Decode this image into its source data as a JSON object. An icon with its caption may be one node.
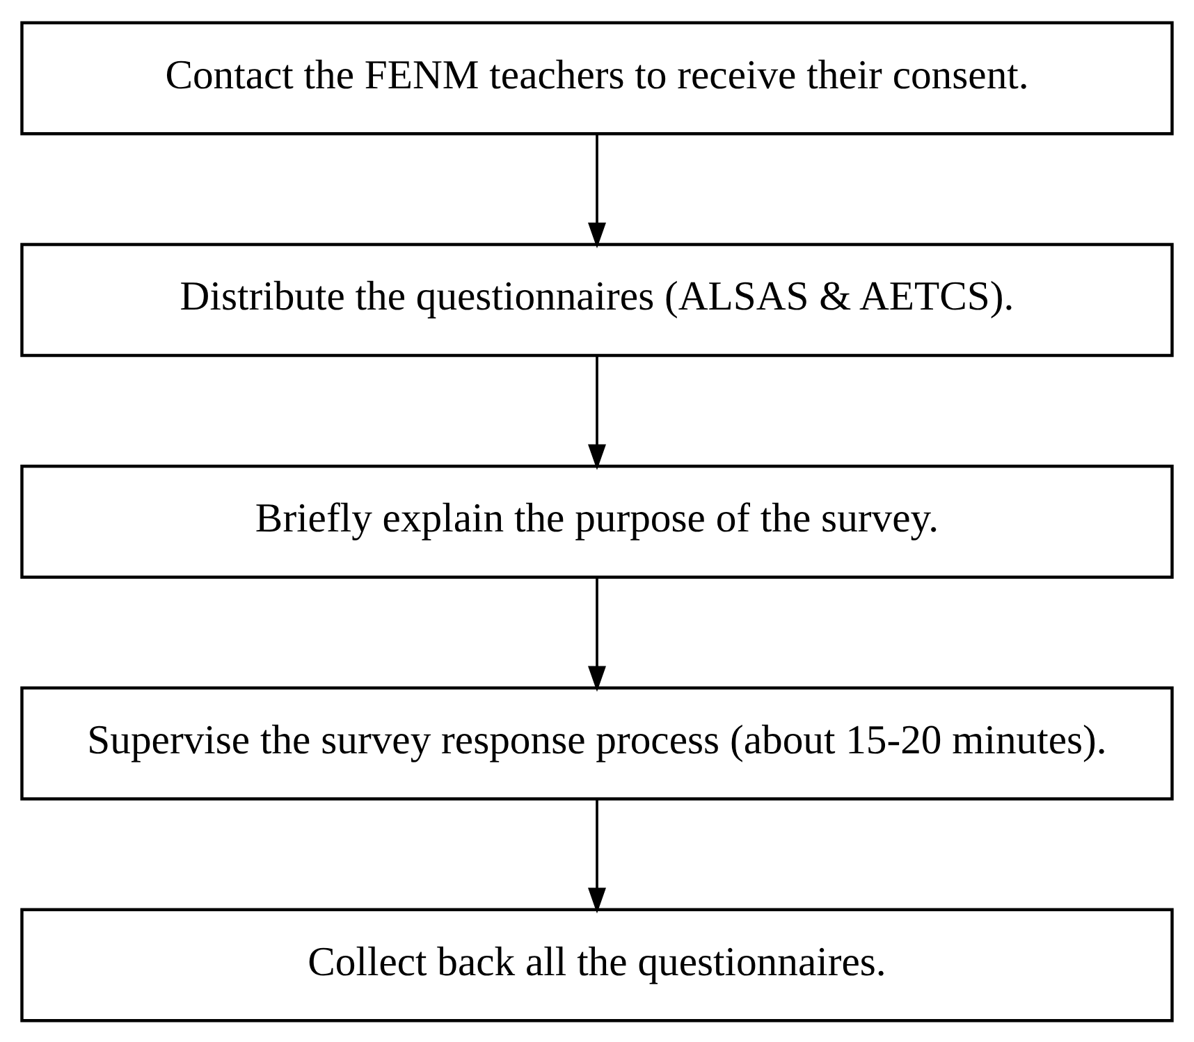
{
  "diagram": {
    "nodes": [
      {
        "text": [
          "Contact the FENM teachers to receive their consent."
        ]
      },
      {
        "text": [
          "Distribute the questionnaires (ALSAS & AETCS)."
        ]
      },
      {
        "text": [
          "Briefly explain the purpose of the survey."
        ]
      },
      {
        "text": [
          "Supervise the survey response process (about 15-20 minutes)."
        ]
      },
      {
        "text": [
          "Collect back all the questionnaires."
        ]
      }
    ],
    "edges": [
      {
        "from": 0,
        "to": 1,
        "arrow": "to"
      },
      {
        "from": 1,
        "to": 2,
        "arrow": "to"
      },
      {
        "from": 2,
        "to": 3,
        "arrow": "to"
      },
      {
        "from": 3,
        "to": 4,
        "arrow": "to"
      }
    ]
  }
}
